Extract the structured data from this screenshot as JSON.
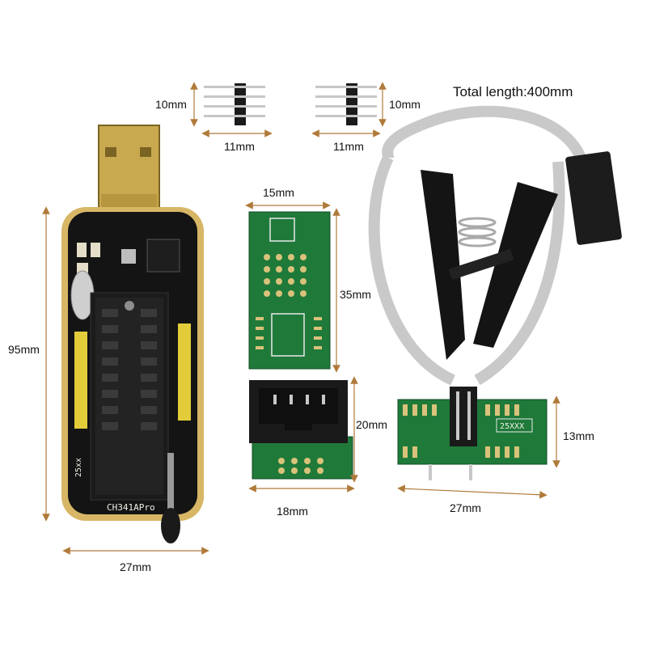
{
  "title": "Total length:400mm",
  "dimensions": {
    "pin_left_height": "10mm",
    "pin_left_width": "11mm",
    "pin_right_height": "10mm",
    "pin_right_width": "11mm",
    "programmer_height": "95mm",
    "programmer_width": "27mm",
    "adapter_width": "15mm",
    "adapter_height": "35mm",
    "socket_height": "20mm",
    "socket_width": "18mm",
    "clip_board_height": "13mm",
    "clip_board_width": "27mm"
  },
  "silkscreen": {
    "programmer_bottom": "CH341APro",
    "programmer_chip": "25xx",
    "clip_board": "25XXX"
  },
  "colors": {
    "pcb_black": "#141414",
    "pcb_green": "#1f7a3a",
    "gold": "#d7b766",
    "cable_gray": "#c9c9c9",
    "dimension_line": "#b07a3a"
  }
}
